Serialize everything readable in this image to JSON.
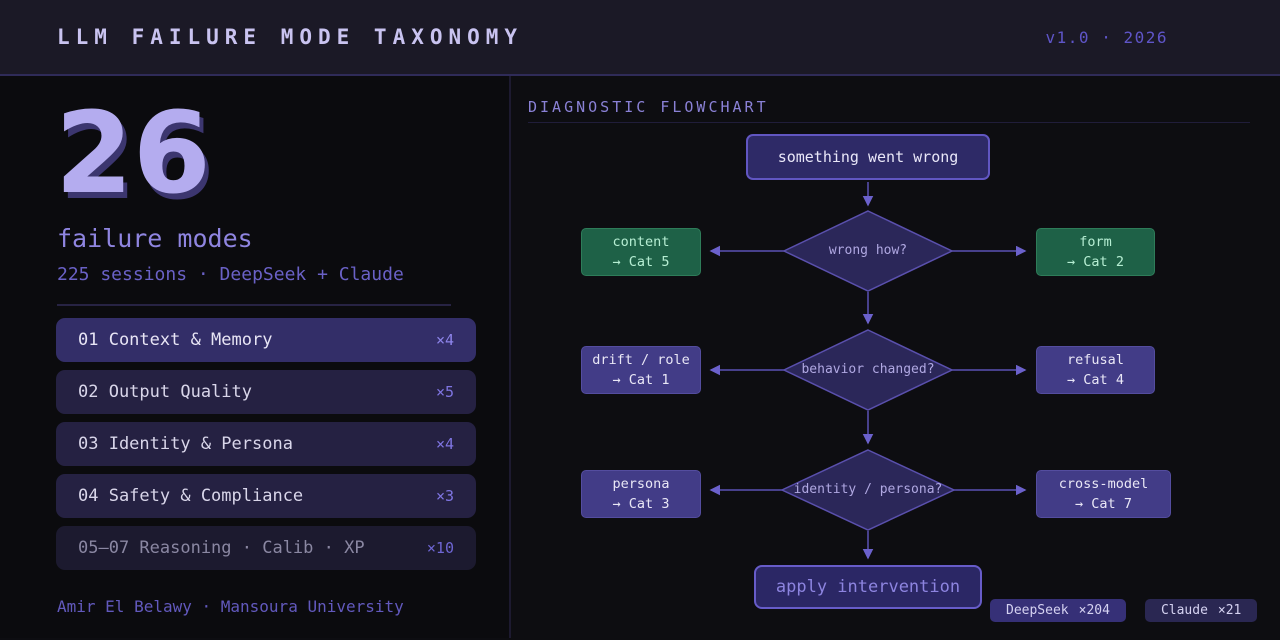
{
  "header": {
    "title": "LLM FAILURE MODE TAXONOMY",
    "version": "v1.0 · 2026"
  },
  "sidebar": {
    "stat_number": "26",
    "stat_label": "failure modes",
    "subtitle": "225 sessions · DeepSeek + Claude",
    "categories": [
      {
        "label": "01 Context & Memory",
        "count": "×4"
      },
      {
        "label": "02 Output Quality",
        "count": "×5"
      },
      {
        "label": "03 Identity & Persona",
        "count": "×4"
      },
      {
        "label": "04 Safety & Compliance",
        "count": "×3"
      },
      {
        "label": "05–07 Reasoning · Calib · XP",
        "count": "×10"
      }
    ],
    "credit": "Amir El Belawy · Mansoura University"
  },
  "flowchart": {
    "heading": "DIAGNOSTIC FLOWCHART",
    "start_node": "something went wrong",
    "end_node": "apply intervention",
    "decisions": [
      {
        "question": "wrong how?",
        "left": {
          "label": "content",
          "target": "→ Cat 5",
          "color": "green"
        },
        "right": {
          "label": "form",
          "target": "→ Cat 2",
          "color": "green"
        }
      },
      {
        "question": "behavior changed?",
        "left": {
          "label": "drift / role",
          "target": "→ Cat 1",
          "color": "purple"
        },
        "right": {
          "label": "refusal",
          "target": "→ Cat 4",
          "color": "purple"
        }
      },
      {
        "question": "identity / persona?",
        "left": {
          "label": "persona",
          "target": "→ Cat 3",
          "color": "purple"
        },
        "right": {
          "label": "cross-model",
          "target": "→ Cat 7",
          "color": "purple"
        }
      }
    ],
    "badges": [
      {
        "name": "DeepSeek",
        "count": "×204"
      },
      {
        "name": "Claude",
        "count": "×21"
      }
    ]
  },
  "colors": {
    "background": "#0d0d11",
    "header_bar": "#1b1926",
    "accent_purple": "#6156c2",
    "node_fill": "#2e2a67",
    "diamond_fill": "#2b2759",
    "leaf_green": "#1e6147",
    "leaf_purple": "#423c87",
    "connector": "#5b51b5",
    "highlight_row": "#332e68",
    "big_number": "#b4acef"
  }
}
